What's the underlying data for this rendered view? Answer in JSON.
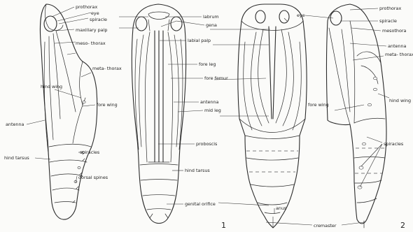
{
  "figure_numbers": [
    "1",
    "2"
  ],
  "labels": {
    "prothorax_left": "prothorax",
    "eye_left": "eye",
    "spiracle_left": "spiracle",
    "maxillary_palp": "maxillary palp",
    "mesothorax_left": "meso- thorax",
    "metathorax_left": "meta- thorax",
    "hind_wing_left": "hind wing",
    "fore_wing_left": "fore wing",
    "antenna_left": "antenna",
    "spiracles_left": "spiracles",
    "hind_tarsus_left": "hind tarsus",
    "dorsal_spines": "dorsal spines",
    "labrum": "labrum",
    "gena": "gena",
    "labial_palp": "labial palp",
    "fore_leg": "fore leg",
    "fore_femur": "fore femur",
    "antenna_center": "antenna",
    "mid_leg": "mid leg",
    "proboscis": "proboscis",
    "hind_tarsus_center": "hind tarsus",
    "genital_orifice": "genital orifice",
    "anus": "anus",
    "eye_right": "eye",
    "prothorax_right": "prothorax",
    "spiracle_right": "spiracle",
    "mesothorax_right": "mesothora",
    "antenna_right": "antenna",
    "metathorax_right": "meta- thorax",
    "fore_wing_right": "fore wing",
    "hind_wing_right": "hind wing",
    "spiracles_right": "spiracles",
    "cremaster": "cremaster"
  }
}
